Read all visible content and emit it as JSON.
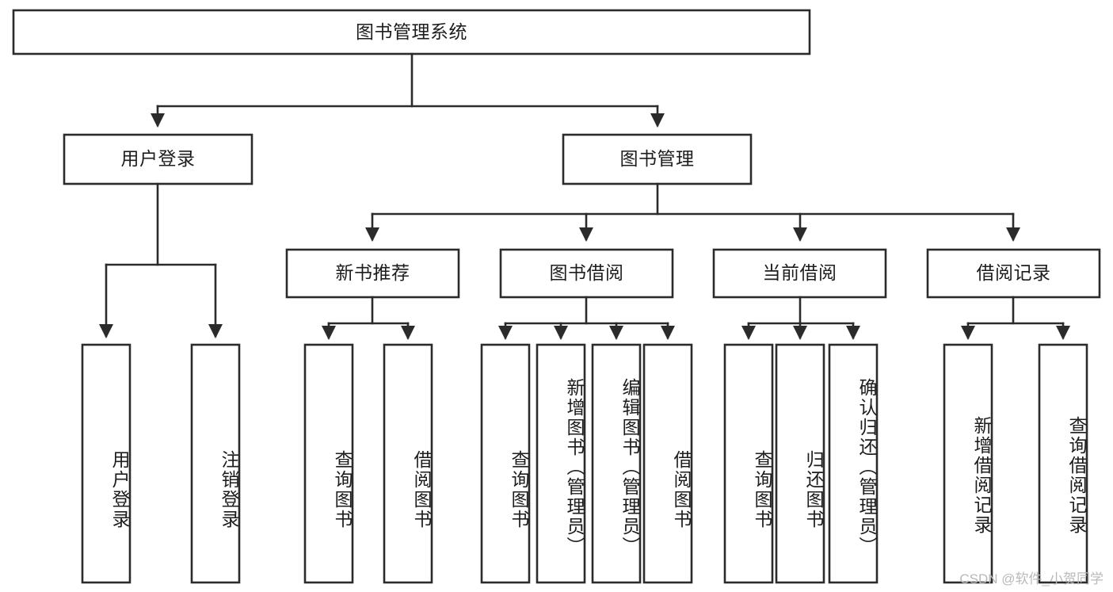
{
  "diagram": {
    "type": "tree-hierarchy",
    "title": "图书管理系统",
    "watermark": "CSDN @软件_小贺同学",
    "colors": {
      "box_stroke": "#2b2b2b",
      "box_fill": "#ffffff",
      "text": "#1d1d1d",
      "background": "#ffffff",
      "watermark": "#b9b9b9"
    },
    "nodes": {
      "root": {
        "label": "图书管理系统"
      },
      "level1": [
        {
          "id": "user-login",
          "label": "用户登录"
        },
        {
          "id": "book-management",
          "label": "图书管理"
        }
      ],
      "level2": [
        {
          "id": "new-book-recommend",
          "label": "新书推荐"
        },
        {
          "id": "book-borrow",
          "label": "图书借阅"
        },
        {
          "id": "current-borrow",
          "label": "当前借阅"
        },
        {
          "id": "borrow-record",
          "label": "借阅记录"
        }
      ],
      "leaves": {
        "user_login": [
          {
            "id": "leaf-user-login",
            "label": "用户登录"
          },
          {
            "id": "leaf-logout-login",
            "label": "注销登录"
          }
        ],
        "new_book_recommend": [
          {
            "id": "leaf-query-book-1",
            "label": "查询图书"
          },
          {
            "id": "leaf-borrow-book-1",
            "label": "借阅图书"
          }
        ],
        "book_borrow": [
          {
            "id": "leaf-query-book-2",
            "label": "查询图书"
          },
          {
            "id": "leaf-add-book",
            "label": "新增图书（管理员）"
          },
          {
            "id": "leaf-edit-book",
            "label": "编辑图书（管理员）"
          },
          {
            "id": "leaf-borrow-book-2",
            "label": "借阅图书"
          }
        ],
        "current_borrow": [
          {
            "id": "leaf-query-book-3",
            "label": "查询图书"
          },
          {
            "id": "leaf-return-book",
            "label": "归还图书"
          },
          {
            "id": "leaf-confirm-return",
            "label": "确认归还（管理员）"
          }
        ],
        "borrow_record": [
          {
            "id": "leaf-add-record",
            "label": "新增借阅记录"
          },
          {
            "id": "leaf-query-record",
            "label": "查询借阅记录"
          }
        ]
      }
    }
  }
}
